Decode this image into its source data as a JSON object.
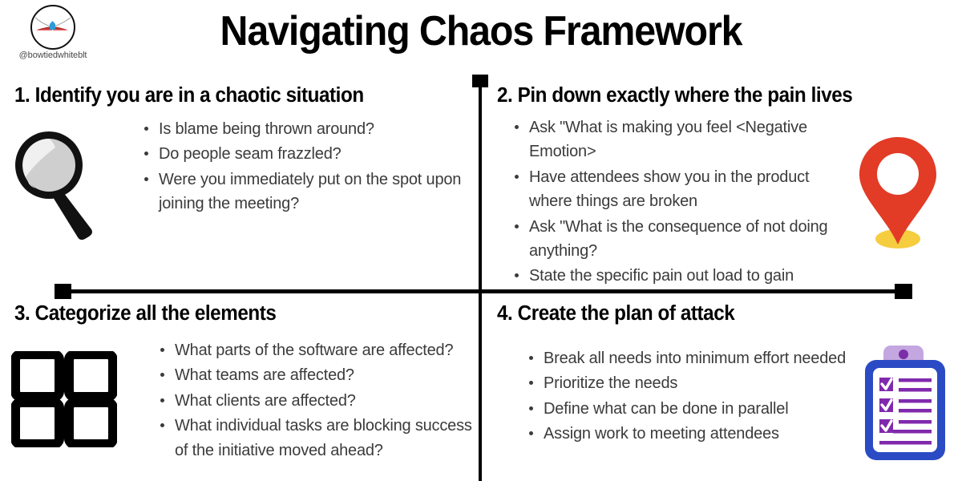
{
  "header": {
    "title": "Navigating Chaos Framework",
    "logo_handle": "@bowtiedwhiteblt",
    "logo_icon": "bowtie-circle-logo"
  },
  "quadrants": [
    {
      "number": "1",
      "title": "1. Identify you are in a chaotic situation",
      "icon": "magnifying-glass-icon",
      "bullets": [
        "Is blame being thrown around?",
        "Do people seam frazzled?",
        "Were you immediately put on the spot upon joining the meeting?"
      ]
    },
    {
      "number": "2",
      "title": "2. Pin down exactly where the pain lives",
      "icon": "map-pin-icon",
      "bullets": [
        "Ask \"What is making you feel <Negative Emotion>",
        "Have attendees show you in the product where things are broken",
        "Ask \"What is the consequence of not doing anything?",
        "State the specific pain out load to gain"
      ]
    },
    {
      "number": "3",
      "title": "3. Categorize all the elements",
      "icon": "grid-squares-icon",
      "bullets": [
        "What parts of the software are affected?",
        "What teams are affected?",
        "What clients are affected?",
        "What individual tasks are blocking success of the initiative moved ahead?"
      ]
    },
    {
      "number": "4",
      "title": "4. Create the plan of attack",
      "icon": "clipboard-checklist-icon",
      "bullets": [
        "Break all needs into minimum effort needed",
        "Prioritize the needs",
        "Define what can be done in parallel",
        "Assign work to meeting attendees"
      ]
    }
  ],
  "colors": {
    "background": "#ffffff",
    "text": "#000000",
    "body_text": "#3b3b3b",
    "divider": "#000000",
    "pin_red": "#e23b26",
    "pin_shadow_yellow": "#f5cd3f",
    "clipboard_blue": "#2b4bc4",
    "clipboard_purple": "#8029ad",
    "clipboard_clip": "#c4a6e0",
    "logo_red": "#e05a5a",
    "logo_blue": "#2e9ad6",
    "lens_gray": "#cfcfcf"
  }
}
